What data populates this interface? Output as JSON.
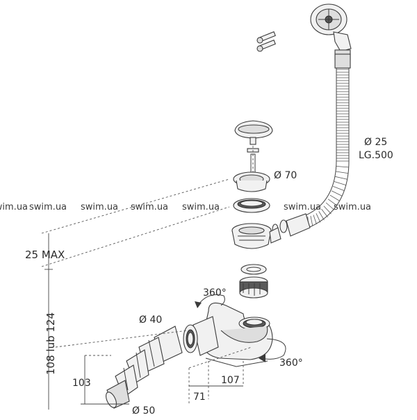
{
  "watermarks": [
    "swim.ua",
    "swim.ua",
    "swim.ua",
    "swim.ua",
    "swim.ua",
    "swim.ua",
    "swim.ua"
  ],
  "dimensions": {
    "hose_diameter": "Ø 25",
    "hose_length": "LG.500",
    "plug_diameter": "Ø 70",
    "max_thickness": "25 MAX",
    "height_range": "108 lub 124",
    "rotation_top": "360°",
    "rotation_bottom": "360°",
    "outlet_diameter_40": "Ø 40",
    "outlet_diameter_50": "Ø 50",
    "dim_103": "103",
    "dim_71": "71",
    "dim_107": "107"
  }
}
